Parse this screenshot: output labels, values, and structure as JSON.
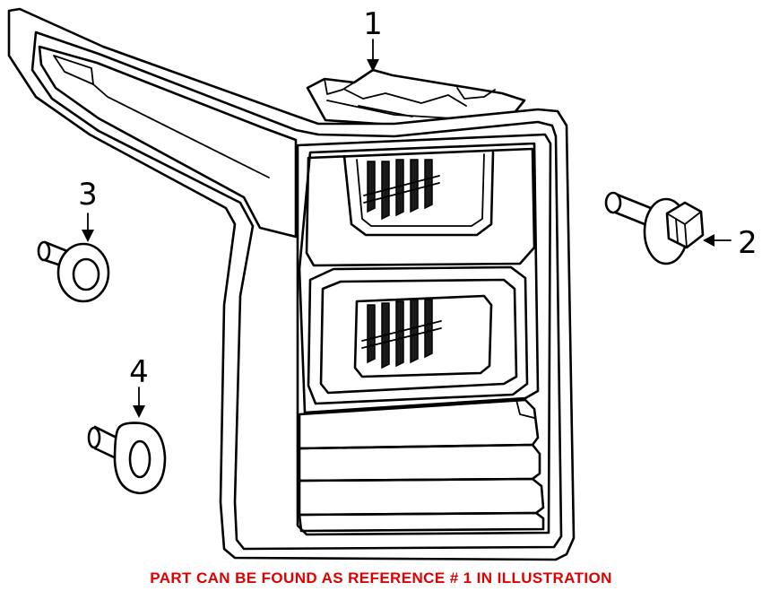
{
  "callouts": {
    "lamp_assembly": "1",
    "bolt": "2",
    "retainer_upper": "3",
    "retainer_lower": "4"
  },
  "note": {
    "text": "PART CAN BE FOUND AS REFERENCE # 1 IN ILLUSTRATION",
    "color": "#e00000"
  },
  "colors": {
    "line": "#000000",
    "background": "#ffffff"
  }
}
